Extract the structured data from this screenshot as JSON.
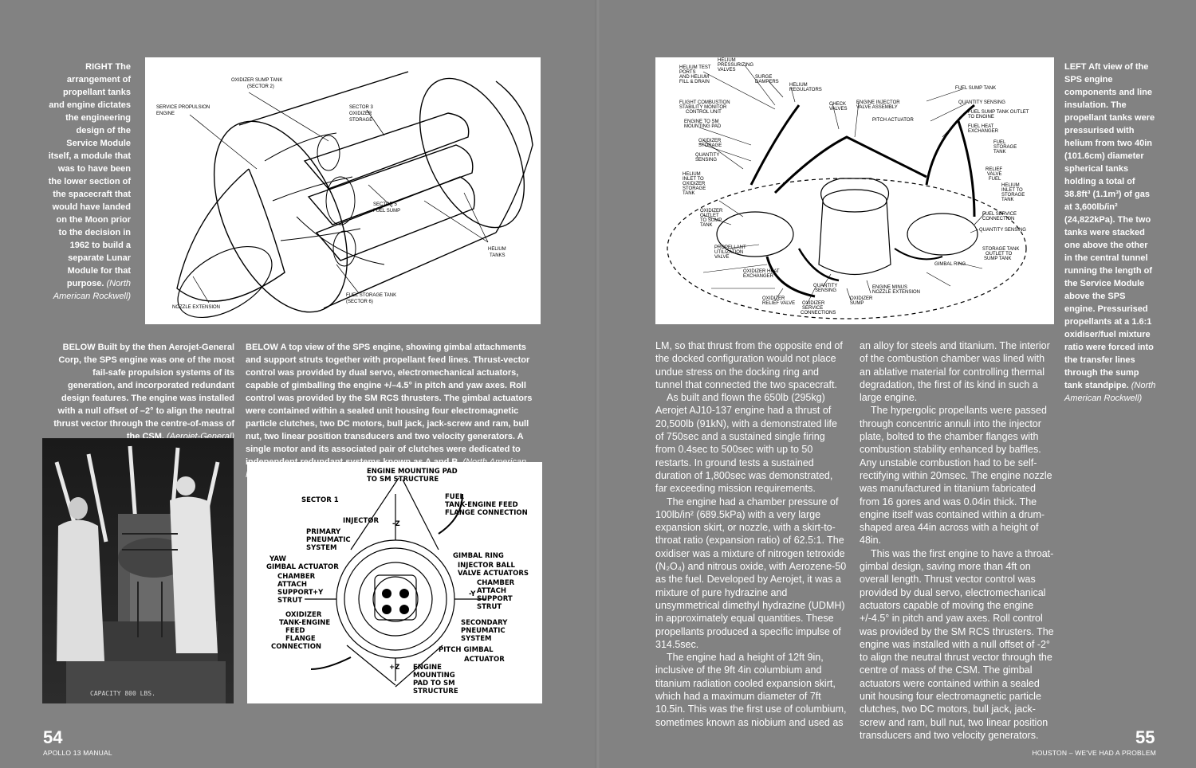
{
  "left_page": {
    "folio": "54",
    "running_head": "APOLLO 13 MANUAL",
    "caption_right": {
      "lead": "RIGHT",
      "text": "The arrangement of propellant tanks and engine dictates the engineering design of the Service Module itself, a module that was to have been the lower section of the spacecraft that would have landed on the Moon prior to the decision in 1962 to build a separate Lunar Module for that purpose.",
      "credit": "(North American Rockwell)"
    },
    "caption_below_photo": {
      "lead": "BELOW",
      "text": "Built by the then Aerojet-General Corp, the SPS engine was one of the most fail-safe propulsion systems of its generation, and incorporated redundant design features. The engine was installed with a null offset of –2° to align the neutral thrust vector through the centre-of-mass of the CSM.",
      "credit": "(Aerojet-General)"
    },
    "caption_below_diagram": {
      "lead": "BELOW",
      "text": "A top view of the SPS engine, showing gimbal attachments and support struts together with propellant feed lines. Thrust-vector control was provided by dual servo, electromechanical actuators, capable of gimballing the engine +/–4.5° in pitch and yaw axes. Roll control was provided by the SM RCS thrusters. The gimbal actuators were contained within a sealed unit housing four electromagnetic particle clutches, two DC motors, bull jack, jack-screw and ram, bull nut, two linear position transducers and two velocity generators. A single motor and its associated pair of clutches were dedicated to independent redundant systems known as A and B.",
      "credit": "(North American Rockwell)"
    },
    "sm_diagram_labels": {
      "oxidizer_sump": "OXIDIZER SUMP TANK",
      "oxidizer_sump_2": "(SECTOR 2)",
      "sps_engine": "SERVICE PROPULSION",
      "sps_engine_2": "ENGINE",
      "sector3": "SECTOR 3",
      "sector3_2": "OXIDIZER",
      "sector3_3": "STORAGE",
      "sector5": "SECTOR 5",
      "sector5_2": "FUEL SUMP",
      "helium": "HELIUM",
      "helium_2": "TANKS",
      "fuel_storage": "FUEL STORAGE TANK",
      "fuel_storage_2": "(SECTOR 6)",
      "nozzle_ext": "NOZZLE EXTENSION"
    },
    "photo_text": "CAPACITY 800 LBS.",
    "top_view_labels": {
      "mounting_top": "ENGINE MOUNTING PAD",
      "mounting_top_2": "TO SM STRUCTURE",
      "sector1": "SECTOR 1",
      "fuel_feed": "FUEL",
      "fuel_feed_2": "TANK-ENGINE FEED",
      "fuel_feed_3": "FLANGE CONNECTION",
      "injector": "INJECTOR",
      "minus_z": "-Z",
      "primary": "PRIMARY",
      "primary_2": "PNEUMATIC",
      "primary_3": "SYSTEM",
      "gimbal_ring": "GIMBAL RING",
      "yaw": "YAW",
      "yaw_2": "GIMBAL ACTUATOR",
      "injector_ball": "INJECTOR BALL",
      "injector_ball_2": "VALVE ACTUATORS",
      "chamber_l": "CHAMBER",
      "chamber_l_2": "ATTACH",
      "chamber_l_3": "SUPPORT",
      "chamber_l_4": "STRUT",
      "plus_y": "+Y",
      "minus_y": "-Y",
      "chamber_r": "CHAMBER",
      "chamber_r_2": "ATTACH",
      "chamber_r_3": "SUPPORT",
      "chamber_r_4": "STRUT",
      "oxidizer_feed": "OXIDIZER",
      "oxidizer_feed_2": "TANK-ENGINE",
      "oxidizer_feed_3": "FEED",
      "oxidizer_feed_4": "FLANGE",
      "oxidizer_feed_5": "CONNECTION",
      "secondary": "SECONDARY",
      "secondary_2": "PNEUMATIC",
      "secondary_3": "SYSTEM",
      "pitch": "PITCH GIMBAL",
      "pitch_2": "ACTUATOR",
      "plus_z": "+Z",
      "mounting_bottom": "ENGINE",
      "mounting_bottom_2": "MOUNTING",
      "mounting_bottom_3": "PAD TO SM",
      "mounting_bottom_4": "STRUCTURE"
    }
  },
  "right_page": {
    "folio": "55",
    "running_head": "HOUSTON – WE'VE HAD A PROBLEM",
    "caption_left": {
      "lead": "LEFT",
      "text": "Aft view of the SPS engine components and line insulation. The propellant tanks were pressurised with helium from two 40in (101.6cm) diameter spherical tanks holding a total of 38.8ft³ (1.1m³) of gas at 3,600lb/in² (24,822kPa). The two tanks were stacked one above the other in the central tunnel running the length of the Service Module above the SPS engine. Pressurised propellants at a 1.6:1 oxidiser/fuel mixture ratio were forced into the transfer lines through the sump tank standpipe.",
      "credit": "(North American Rockwell)"
    },
    "aft_view_labels": {
      "he_test": "HELIUM TEST",
      "he_test_2": "PORTS",
      "he_test_3": "AND HELIUM",
      "he_test_4": "FILL & DRAIN",
      "he_press": "HELIUM",
      "he_press_2": "PRESSURIZING",
      "he_press_3": "VALVES",
      "surge": "SURGE",
      "surge_2": "DAMPERS",
      "he_reg": "HELIUM",
      "he_reg_2": "REGULATORS",
      "fcsm": "FLIGHT COMBUSTION",
      "fcsm_2": "STABILITY MONITOR",
      "fcsm_3": "CONTROL UNIT",
      "check": "CHECK",
      "check_2": "VALVES",
      "injector_valve": "ENGINE INJECTOR",
      "injector_valve_2": "VALVE ASSEMBLY",
      "fuel_sump": "FUEL SUMP TANK",
      "qty_sensing_tr": "QUANTITY SENSING",
      "engine_to_sm": "ENGINE TO SM",
      "engine_to_sm_2": "MOUNTING PAD",
      "pitch_act": "PITCH ACTUATOR",
      "fuel_outlet": "FUEL SUMP TANK OUTLET",
      "fuel_outlet_2": "TO ENGINE",
      "fuel_heat": "FUEL HEAT",
      "fuel_heat_2": "EXCHANGER",
      "ox_storage": "OXIDIZER",
      "ox_storage_2": "STORAGE",
      "qty_sensing_l": "QUANTITY",
      "qty_sensing_l_2": "SENSING",
      "fuel_storage": "FUEL",
      "fuel_storage_2": "STORAGE",
      "fuel_storage_3": "TANK",
      "he_inlet_ox": "HELIUM",
      "he_inlet_ox_2": "INLET TO",
      "he_inlet_ox_3": "OXIDIZER",
      "he_inlet_ox_4": "STORAGE",
      "he_inlet_ox_5": "TANK",
      "relief": "RELIEF",
      "relief_2": "VALVE",
      "relief_3": "FUEL",
      "he_inlet_fuel": "HELIUM",
      "he_inlet_fuel_2": "INLET TO",
      "he_inlet_fuel_3": "STORAGE",
      "he_inlet_fuel_4": "TANK",
      "ox_outlet": "OXIDIZER",
      "ox_outlet_2": "OUTLET",
      "ox_outlet_3": "TO SUMP",
      "ox_outlet_4": "TANK",
      "fuel_service": "FUEL SERVICE",
      "fuel_service_2": "CONNECTION",
      "qty_sensing_r": "QUANTITY SENSING",
      "prop_util": "PROPELLANT",
      "prop_util_2": "UTILIZATION",
      "prop_util_3": "VALVE",
      "storage_outlet": "STORAGE TANK",
      "storage_outlet_2": "OUTLET TO",
      "storage_outlet_3": "SUMP TANK",
      "gimbal": "GIMBAL RING",
      "ox_heat": "OXIDIZER HEAT",
      "ox_heat_2": "EXCHANGER",
      "qty_sensing_b": "QUANTITY",
      "qty_sensing_b_2": "SENSING",
      "engine_minus": "ENGINE MINUS",
      "engine_minus_2": "NOZZLE EXTENSION",
      "ox_relief": "OXIDIZER",
      "ox_relief_2": "RELIEF VALVE",
      "ox_service": "OXIDIZER",
      "ox_service_2": "SERVICE",
      "ox_service_3": "CONNECTIONS",
      "ox_sump": "OXIDIZER",
      "ox_sump_2": "SUMP"
    },
    "col1": [
      "LM, so that thrust from the opposite end of the docked configuration would not place undue stress on the docking ring and tunnel that connected the two spacecraft.",
      "As built and flown the 650lb (295kg) Aerojet AJ10-137 engine had a thrust of 20,500lb (91kN), with a demonstrated life of 750sec and a sustained single firing from 0.4sec to 500sec with up to 50 restarts. In ground tests a sustained duration of 1,800sec was demonstrated, far exceeding mission requirements.",
      "The engine had a chamber pressure of 100lb/in² (689.5kPa) with a very large expansion skirt, or nozzle, with a skirt-to-throat ratio (expansion ratio) of 62.5:1. The oxidiser was a mixture of nitrogen tetroxide (N₂O₄) and nitrous oxide, with Aerozene-50 as the fuel. Developed by Aerojet, it was a mixture of pure hydrazine and unsymmetrical dimethyl hydrazine (UDMH) in approximately equal quantities. These propellants produced a specific impulse of 314.5sec.",
      "The engine had a height of 12ft 9in, inclusive of the 9ft 4in columbium and titanium radiation cooled expansion skirt, which had a maximum diameter of 7ft 10.5in. This was the first use of columbium, sometimes known as niobium and used as"
    ],
    "col2": [
      "an alloy for steels and titanium. The interior of the combustion chamber was lined with an ablative material for controlling thermal degradation, the first of its kind in such a large engine.",
      "The hypergolic propellants were passed through concentric annuli into the injector plate, bolted to the chamber flanges with combustion stability enhanced by baffles. Any unstable combustion had to be self-rectifying within 20msec. The engine nozzle was manufactured in titanium fabricated from 16 gores and was 0.04in thick. The engine itself was contained within a drum-shaped area 44in across with a height of 48in.",
      "This was the first engine to have a throat-gimbal design, saving more than 4ft on overall length. Thrust vector control was provided by dual servo, electromechanical actuators capable of moving the engine +/-4.5° in pitch and yaw axes. Roll control was provided by the SM RCS thrusters. The engine was installed with a null offset of -2° to align the neutral thrust vector through the centre of mass of the CSM. The gimbal actuators were contained within a sealed unit housing four electromagnetic particle clutches, two DC motors, bull jack, jack-screw and ram, bull nut, two linear position transducers and two velocity generators."
    ]
  }
}
